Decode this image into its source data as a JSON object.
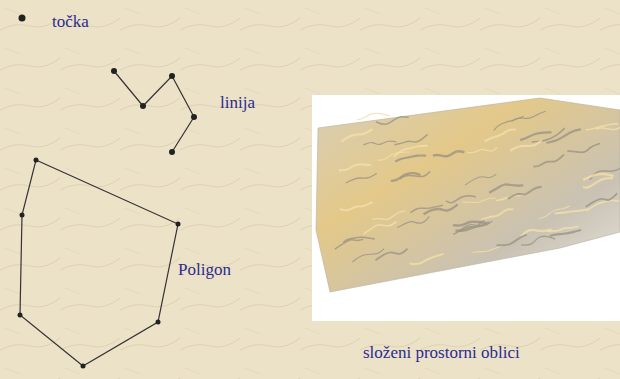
{
  "diagram": {
    "labels": [
      "točka",
      "linija",
      "Poligon",
      "složeni prostorni oblici"
    ]
  }
}
